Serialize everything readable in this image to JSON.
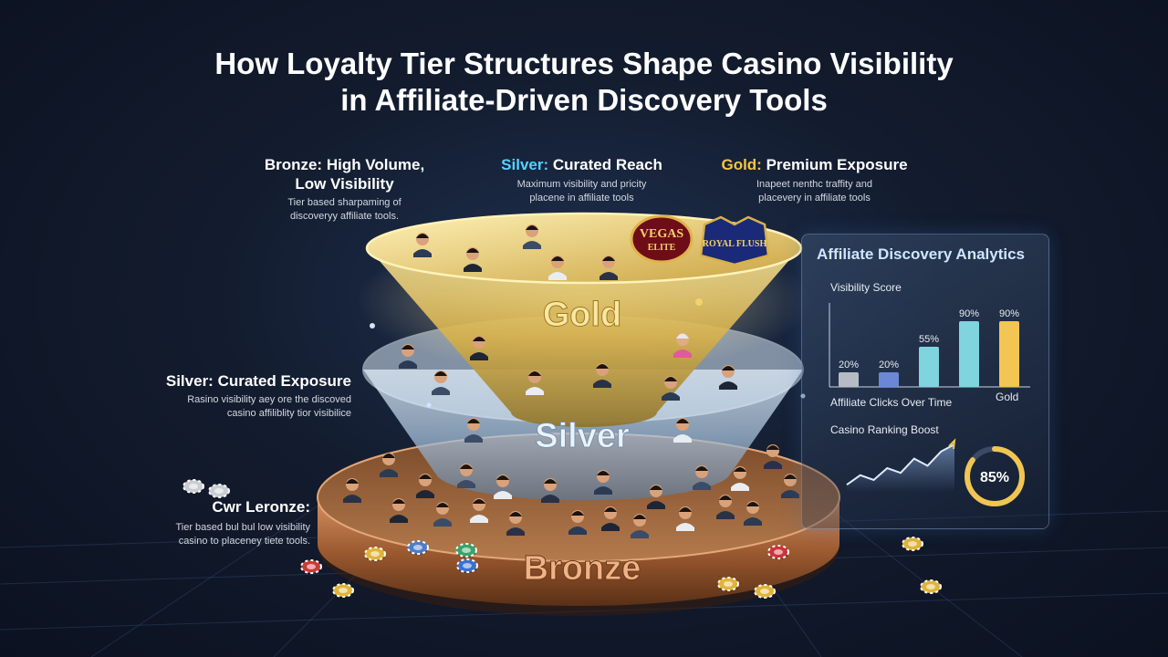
{
  "title": {
    "line1": "How Loyalty Tier Structures Shape Casino Visibility",
    "line2": "in Affiliate-Driven Discovery Tools"
  },
  "labels": {
    "bronze_top": {
      "head_line1": "Bronze: High Volume,",
      "head_line2": "Low Visibility",
      "sub_line1": "Tier based sharpaming of",
      "sub_line2": "discoveryy affiliate tools."
    },
    "silver_top": {
      "head_prefix": "Silver:",
      "head_rest": " Curated Reach",
      "sub_line1": "Maximum visibility and pricity",
      "sub_line2": "placene in affiliate tools"
    },
    "gold_top": {
      "head_prefix": "Gold:",
      "head_rest": " Premium Exposure",
      "sub_line1": "Inapeet nenthc traffity and",
      "sub_line2": "placevery in affiliate tools"
    },
    "silver_left": {
      "head": "Silver: Curated Exposure",
      "sub_line1": "Rasino visibility aey ore the discoved",
      "sub_line2": "casino affiliblity tior visibilice"
    },
    "bronze_left": {
      "head": "Cwr Leronze:",
      "sub_line1": "Tier based bul bul low visibility",
      "sub_line2": "casino to placeney tiete tools."
    }
  },
  "tiers": {
    "gold": "Gold",
    "silver": "Silver",
    "bronze": "Bronze"
  },
  "logos": {
    "vegas_line1": "VEGAS",
    "vegas_line2": "ELITE",
    "royal_line1": "ROYAL FLUSH"
  },
  "panel": {
    "title": "Affiliate Discovery Analytics",
    "visibility_label": "Visibility Score",
    "clicks_label": "Affiliate Clicks Over Time",
    "gold_axis_label": "Gold",
    "ranking_label": "Casino Ranking Boost",
    "gauge_text": "85%"
  },
  "chart_data": {
    "type": "bar",
    "title": "Visibility Score",
    "categories": [
      "",
      "",
      "",
      "",
      "Gold"
    ],
    "values": [
      20,
      20,
      55,
      90,
      90
    ],
    "value_labels": [
      "20%",
      "20%",
      "55%",
      "90%",
      "90%"
    ],
    "ylim": [
      0,
      100
    ],
    "colors": [
      "#b7bcc4",
      "#6b88d6",
      "#7fd4de",
      "#7fd4de",
      "#f3c552"
    ],
    "gauge": {
      "value": 85,
      "max": 100
    },
    "trend": [
      0.15,
      0.35,
      0.25,
      0.5,
      0.4,
      0.7,
      0.55,
      0.85,
      1.0
    ]
  },
  "colors": {
    "gold": "#e9c55a",
    "silver": "#a9c3dc",
    "bronze": "#a8663a",
    "accent": "#55d2ff"
  }
}
